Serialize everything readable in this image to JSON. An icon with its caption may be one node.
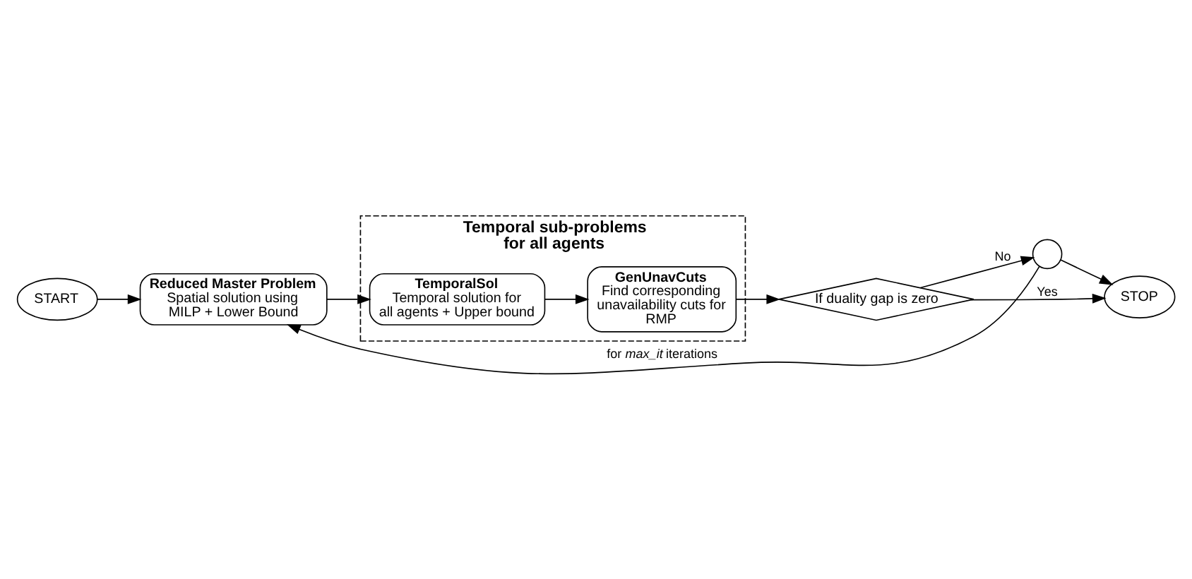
{
  "diagram": {
    "nodes": [
      {
        "text": [
          "START"
        ]
      },
      {
        "text": [
          "Reduced Master Problem",
          "Spatial solution using MILP + Lower Bound"
        ]
      },
      {
        "text": [
          "Temporal sub-problems for all agents"
        ]
      },
      {
        "text": [
          "TemporalSol",
          "Temporal solution for all agents + Upper bound"
        ],
        "in": 2
      },
      {
        "text": [
          "GenUnavCuts",
          "Find corresponding unavailability cuts for RMP"
        ],
        "in": 2
      },
      {
        "text": [
          "If duality gap is zero"
        ]
      },
      {
        "text": [],
        "shape": "circle"
      },
      {
        "text": [
          "STOP"
        ]
      }
    ],
    "edges": [
      {
        "from": 0,
        "to": 1,
        "arrow": "to"
      },
      {
        "from": 1,
        "to": 3,
        "arrow": "to"
      },
      {
        "from": 3,
        "to": 4,
        "arrow": "to"
      },
      {
        "from": 4,
        "to": 5,
        "arrow": "to"
      },
      {
        "from": 5,
        "to": 6,
        "arrow": "to",
        "label": "No"
      },
      {
        "from": 6,
        "to": 1,
        "arrow": "to",
        "label": "for *max_it* iterations"
      },
      {
        "from": 6,
        "to": 7,
        "arrow": "to"
      },
      {
        "from": 5,
        "to": 7,
        "arrow": "to",
        "label": "Yes"
      }
    ]
  }
}
